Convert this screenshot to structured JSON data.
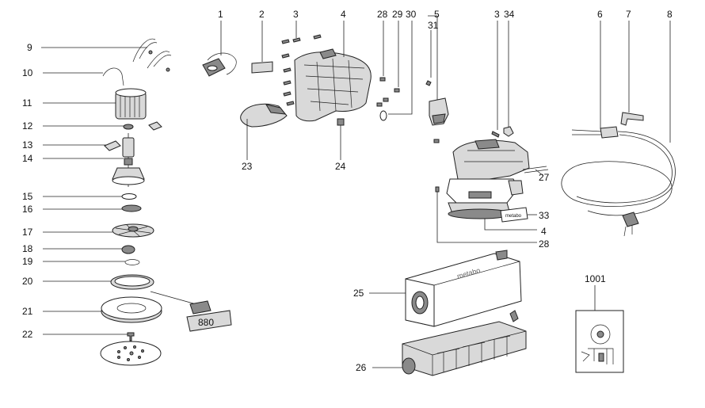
{
  "callouts": {
    "c1": "1",
    "c2": "2",
    "c3a": "3",
    "c4a": "4",
    "c28a": "28",
    "c29": "29",
    "c30": "30",
    "c5": "5",
    "c31": "31",
    "c3b": "3",
    "c34": "34",
    "c6": "6",
    "c7": "7",
    "c8": "8",
    "c9": "9",
    "c10": "10",
    "c11": "11",
    "c12": "12",
    "c13": "13",
    "c14": "14",
    "c15": "15",
    "c16": "16",
    "c17": "17",
    "c18": "18",
    "c19": "19",
    "c20": "20",
    "c21": "21",
    "c22": "22",
    "c23": "23",
    "c24": "24",
    "c27": "27",
    "c33": "33",
    "c4b": "4",
    "c28b": "28",
    "c25": "25",
    "c26": "26",
    "c1001": "1001"
  },
  "labels": {
    "grease_tube": "880",
    "brand_body": "metabo",
    "brand_bag": "metabo",
    "brand_label": "metabo"
  }
}
